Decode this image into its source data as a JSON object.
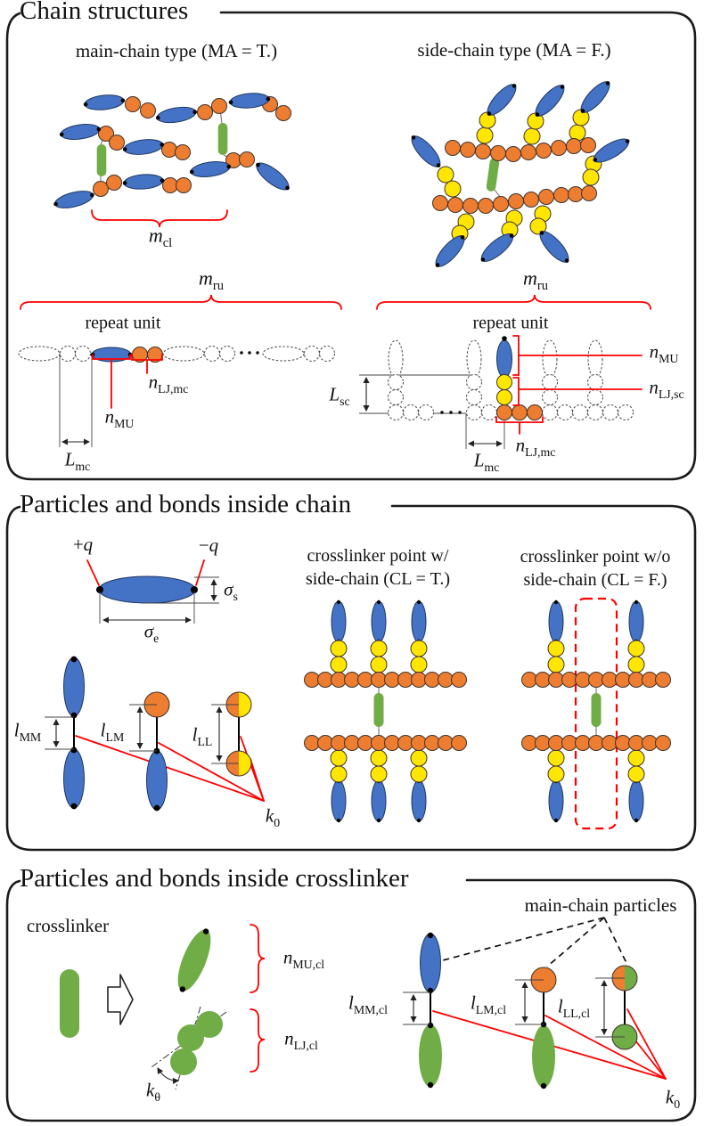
{
  "colors": {
    "blue": "#4472C4",
    "orange": "#ED7D31",
    "yellow": "#FFE600",
    "green": "#70AD47",
    "red": "#FF0000"
  },
  "panel_chain_structures": {
    "title": "Chain structures",
    "main_chain_heading": "main-chain type (MA = T.)",
    "side_chain_heading": "side-chain type (MA = F.)",
    "repeat_unit": "repeat unit",
    "labels": {
      "m_cl": {
        "b": "m",
        "s": "cl"
      },
      "m_ru": {
        "b": "m",
        "s": "ru"
      },
      "n_MU": {
        "b": "n",
        "s": "MU"
      },
      "n_LJ_mc": {
        "b": "n",
        "s": "LJ,mc"
      },
      "n_LJ_sc": {
        "b": "n",
        "s": "LJ,sc"
      },
      "L_mc": {
        "b": "L",
        "s": "mc"
      },
      "L_sc": {
        "b": "L",
        "s": "sc"
      }
    }
  },
  "panel_particles_chain": {
    "title": "Particles and bonds inside chain",
    "cl_with_heading": [
      "crosslinker point w/",
      "side-chain (CL = T.)"
    ],
    "cl_without_heading": [
      "crosslinker point w/o",
      "side-chain (CL = F.)"
    ],
    "labels": {
      "plus_q": {
        "pre": "+",
        "b": "q"
      },
      "minus_q": {
        "pre": "−",
        "b": "q"
      },
      "sigma_s": {
        "b": "σ",
        "s": "s"
      },
      "sigma_e": {
        "b": "σ",
        "s": "e"
      },
      "l_MM": {
        "b": "l",
        "s": "MM"
      },
      "l_LM": {
        "b": "l",
        "s": "LM"
      },
      "l_LL": {
        "b": "l",
        "s": "LL"
      },
      "k_0": {
        "b": "k",
        "s": "0"
      }
    }
  },
  "panel_particles_crosslinker": {
    "title": "Particles and bonds inside crosslinker",
    "crosslinker_label": "crosslinker",
    "main_chain_particles_label": "main-chain particles",
    "labels": {
      "n_MU_cl": {
        "b": "n",
        "s": "MU,cl"
      },
      "n_LJ_cl": {
        "b": "n",
        "s": "LJ,cl"
      },
      "k_theta": {
        "b": "k",
        "s": "θ"
      },
      "l_MM_cl": {
        "b": "l",
        "s": "MM,cl"
      },
      "l_LM_cl": {
        "b": "l",
        "s": "LM,cl"
      },
      "l_LL_cl": {
        "b": "l",
        "s": "LL,cl"
      },
      "k_0": {
        "b": "k",
        "s": "0"
      }
    }
  }
}
